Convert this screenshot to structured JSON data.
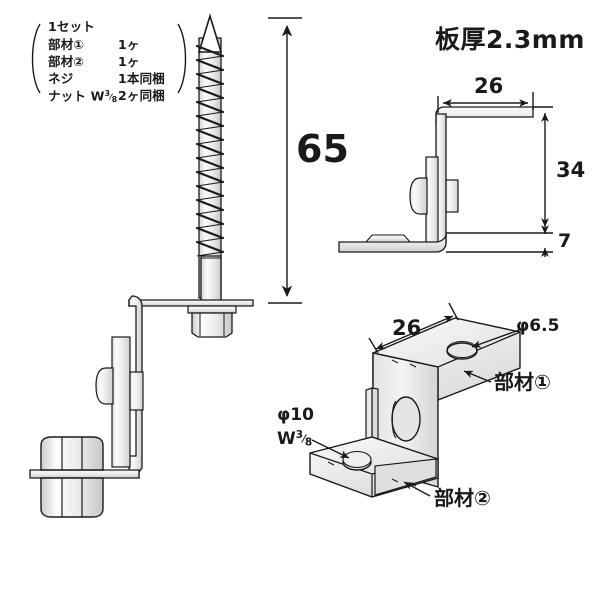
{
  "sheet": {
    "background_color": "#ffffff",
    "line_color": "#1a1a1a",
    "metal_fill": "#e9e9e9",
    "metal_fill_light": "#f6f6f6",
    "metal_fill_dark": "#d2d2d2"
  },
  "parts_list": {
    "title": "1セット",
    "rows": [
      {
        "name": "部材①",
        "qty": "1ヶ"
      },
      {
        "name": "部材②",
        "qty": "1ヶ"
      },
      {
        "name": "ネジ",
        "qty": "1本同梱"
      },
      {
        "name": "ナット W3/8",
        "qty": "2ヶ同梱"
      }
    ],
    "nut_label_prefix": "ナット W",
    "nut_label_num": "3",
    "nut_label_den": "8"
  },
  "notes": {
    "plate_thickness": "板厚2.3mm"
  },
  "dimensions": {
    "screw_length": "65",
    "top_flange_width": "26",
    "height_total": "34",
    "base_height": "7",
    "iso_flange_width": "26"
  },
  "callouts": {
    "hole_top": "φ6.5",
    "hole_base_diameter": "φ10",
    "hole_base_thread_prefix": "W",
    "hole_base_thread_num": "3",
    "hole_base_thread_den": "8",
    "member_1": "部材①",
    "member_2": "部材②"
  }
}
